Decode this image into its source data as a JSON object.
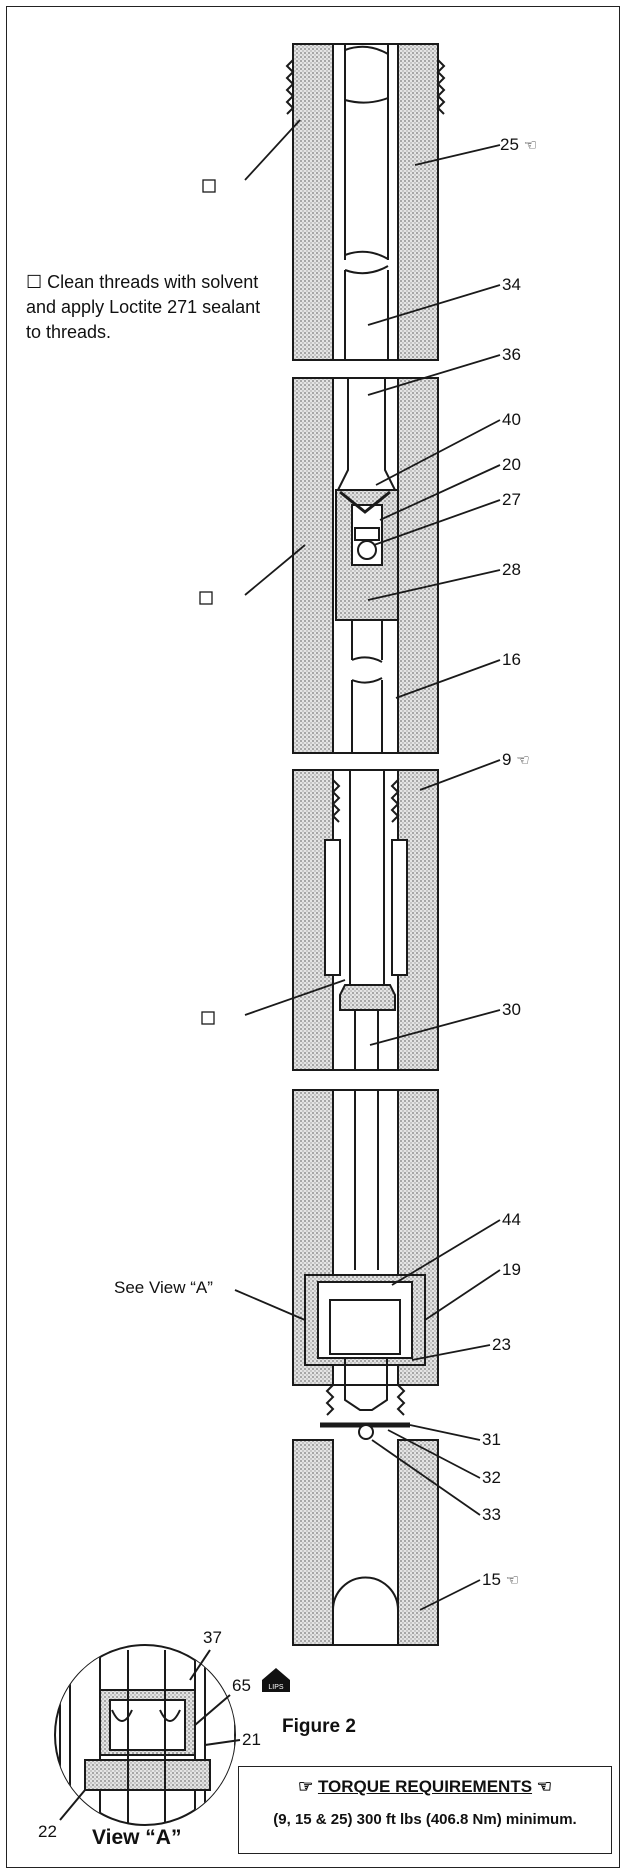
{
  "note": {
    "symbol": "☐",
    "text": "Clean threads with solvent and apply Loctite 271 sealant to threads."
  },
  "callouts": {
    "c25": "25",
    "c34": "34",
    "c36": "36",
    "c40": "40",
    "c20": "20",
    "c27": "27",
    "c28": "28",
    "c16": "16",
    "c9": "9",
    "c30": "30",
    "c44": "44",
    "c19": "19",
    "c23": "23",
    "c31": "31",
    "c32": "32",
    "c33": "33",
    "c15": "15",
    "c37": "37",
    "c65": "65",
    "c21": "21",
    "c22": "22"
  },
  "see_view": "See View “A”",
  "hand_symbol": "☜",
  "lips_badge": "LIPS",
  "figure_label": "Figure 2",
  "view_label": "View “A”",
  "torque": {
    "title": "TORQUE REQUIREMENTS",
    "pointer_left": "☞",
    "pointer_right": "☜",
    "spec": "(9, 15 & 25) 300 ft lbs (406.8 Nm) minimum."
  },
  "colors": {
    "line": "#1a1a1a",
    "hatch": "#c8c8c8"
  }
}
